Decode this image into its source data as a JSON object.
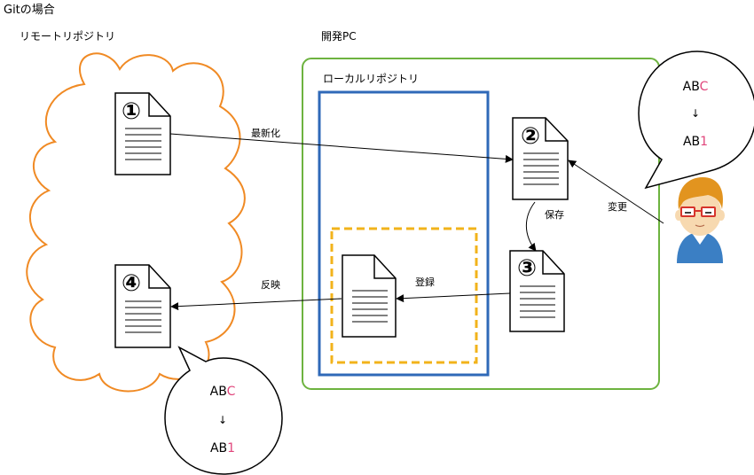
{
  "title": "Gitの場合",
  "labels": {
    "remote": "リモートリポジトリ",
    "pc": "開発PC",
    "local": "ローカルリポジトリ"
  },
  "docs": {
    "d1": "①",
    "d2": "②",
    "d3": "③",
    "d4": "④"
  },
  "arrows": {
    "update": "最新化",
    "change": "変更",
    "save": "保存",
    "register": "登録",
    "reflect": "反映"
  },
  "bubble_top": {
    "line1_prefix": "AB",
    "line1_accent": "C",
    "arrow": "↓",
    "line2_prefix": "AB",
    "line2_accent": "1"
  },
  "bubble_bottom": {
    "line1_prefix": "AB",
    "line1_accent": "C",
    "arrow": "↓",
    "line2_prefix": "AB",
    "line2_accent": "1"
  },
  "colors": {
    "cloud": "#f08a24",
    "pc_box": "#6db33f",
    "local_box": "#2f69b8",
    "staging_box": "#f2b31b",
    "accent_text": "#e0457b",
    "person_shirt": "#3b7fc4",
    "person_hair": "#e2941f",
    "person_skin": "#f7d9b0",
    "glasses": "#d6342c"
  },
  "icons": {
    "document": "document-icon",
    "person": "person-icon"
  }
}
